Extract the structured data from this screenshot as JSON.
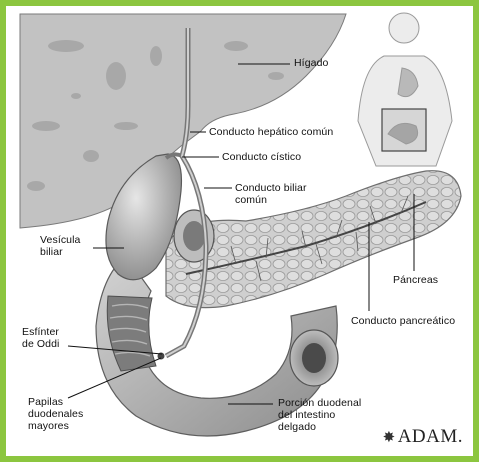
{
  "labels": {
    "higado": "Hígado",
    "hepatico": "Conducto hepático común",
    "cistico": "Conducto cístico",
    "biliar_comun": "Conducto biliar\ncomún",
    "vesicula": "Vesícula\nbiliar",
    "pancreas": "Páncreas",
    "pancreatico": "Conducto pancreático",
    "esfinter": "Esfínter\nde Oddi",
    "papilas": "Papilas\nduodenales\nmayores",
    "duodeno": "Porción duodenal\ndel intestino\ndelgado"
  },
  "brand": {
    "mark": "✸",
    "name": "ADAM."
  },
  "colors": {
    "frame": "#8cc63f",
    "tissue_light": "#d9d9d9",
    "tissue_mid": "#a8a8a8",
    "tissue_dark": "#6e6e6e"
  }
}
